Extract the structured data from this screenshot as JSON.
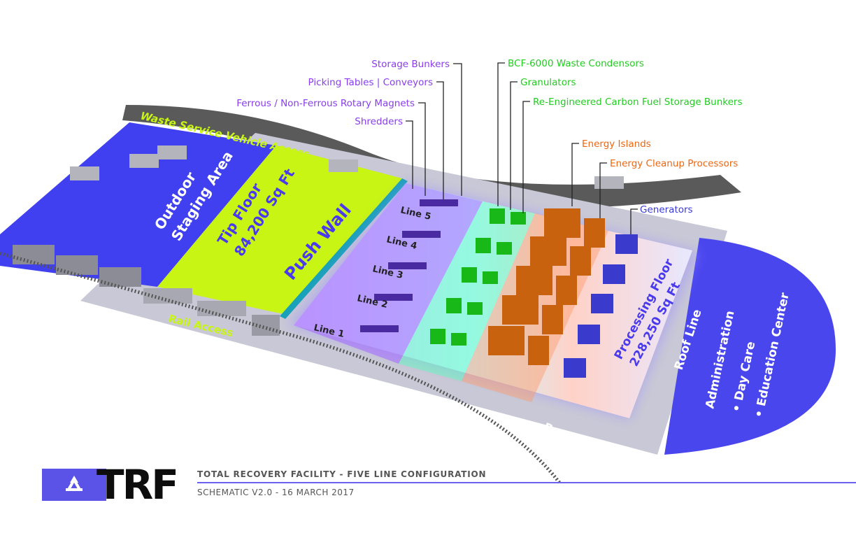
{
  "callouts": {
    "storage_bunkers": "Storage Bunkers",
    "picking_tables": "Picking Tables | Conveyors",
    "rotary_magnets": "Ferrous / Non-Ferrous Rotary Magnets",
    "shredders": "Shredders",
    "waste_condensors": "BCF-6000 Waste Condensors",
    "granulators": "Granulators",
    "carbon_fuel_bunkers": "Re-Engineered Carbon Fuel Storage Bunkers",
    "energy_islands": "Energy Islands",
    "energy_cleanup": "Energy Cleanup Processors",
    "generators": "Generators"
  },
  "map_labels": {
    "vehicle_access": "Waste Service Vehicle Access",
    "outdoor_staging_1": "Outdoor",
    "outdoor_staging_2": "Staging Area",
    "tip_floor_1": "Tip Floor",
    "tip_floor_2": "84,200 Sq Ft",
    "push_wall": "Push Wall",
    "line_5": "Line 5",
    "line_4": "Line 4",
    "line_3": "Line 3",
    "line_2": "Line 2",
    "line_1": "Line 1",
    "rail_access": "Rail Access",
    "processing_floor_1": "Processing Floor",
    "processing_floor_2": "228,250 Sq Ft",
    "roof_line_right": "Roof Line",
    "roof_line_bottom": "Roof Line",
    "admin_1": "Administration",
    "admin_2": "• Day Care",
    "admin_3": "• Education Center"
  },
  "footer": {
    "logo_text": "TRF",
    "title": "TOTAL RECOVERY FACILITY - FIVE LINE CONFIGURATION",
    "subtitle": "SCHEMATIC V2.0 - 16 MARCH 2017"
  },
  "colors": {
    "purple_callout": "#8a3cf0",
    "green_callout": "#22cc22",
    "orange_callout": "#ee6611",
    "blue_callout": "#3b3bdd",
    "staging_blue": "#4040f0",
    "tip_floor_lime": "#c8f514",
    "brand_blue": "#5b52e8"
  },
  "icons": {
    "logo": "recycle-icon"
  }
}
